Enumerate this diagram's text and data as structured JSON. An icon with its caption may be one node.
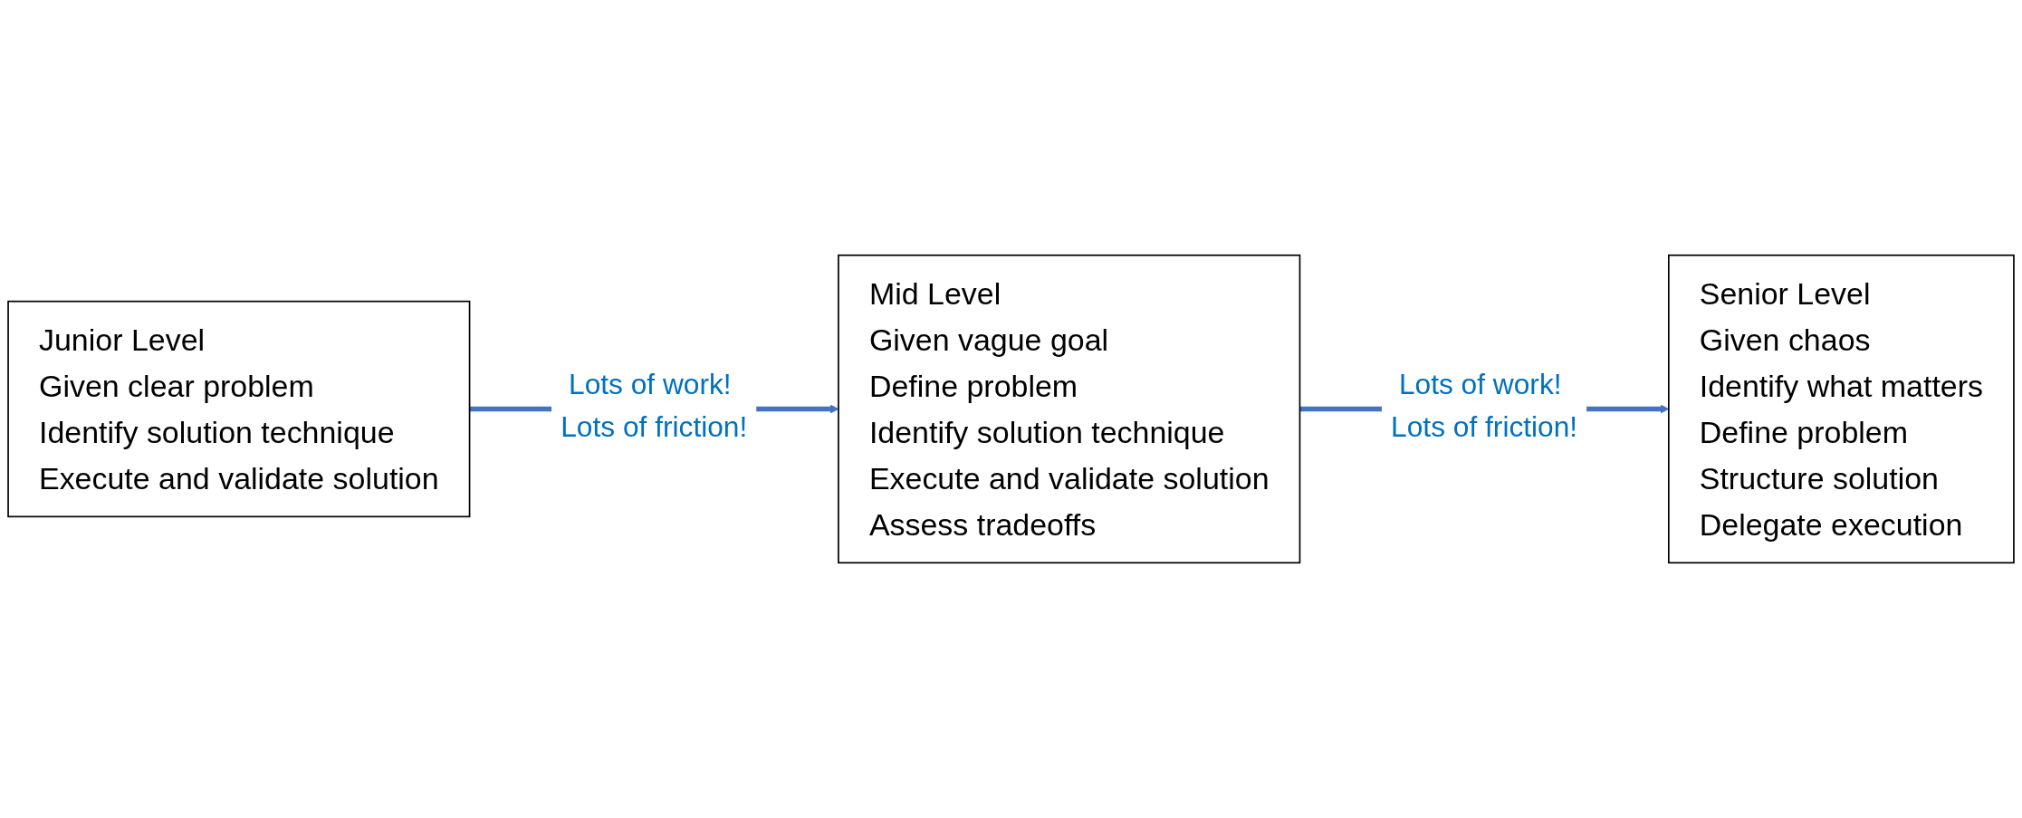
{
  "diagram": {
    "nodes": [
      {
        "text": [
          "Junior Level",
          "Given clear problem",
          "Identify solution technique",
          "Execute and validate solution"
        ]
      },
      {
        "text": [
          "Mid Level",
          "Given vague goal",
          "Define problem",
          "Identify solution technique",
          "Execute and validate solution",
          "Assess tradeoffs"
        ]
      },
      {
        "text": [
          "Senior Level",
          "Given chaos",
          "Identify what matters",
          "Define problem",
          "Structure solution",
          "Delegate execution"
        ]
      }
    ],
    "edges": [
      {
        "from": 0,
        "to": 1,
        "arrow": "to",
        "label": "Lots of work! Lots of friction!"
      },
      {
        "from": 1,
        "to": 2,
        "arrow": "to",
        "label": "Lots of work! Lots of friction!"
      }
    ]
  }
}
